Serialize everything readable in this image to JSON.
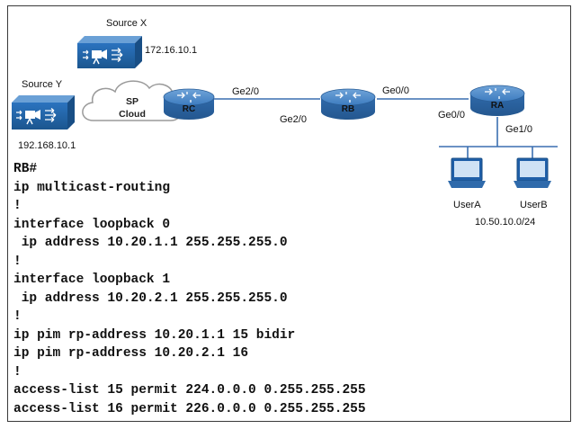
{
  "diagram": {
    "sources": [
      {
        "name": "Source X",
        "ip": "172.16.10.1"
      },
      {
        "name": "Source Y",
        "ip": "192.168.10.1"
      }
    ],
    "cloud": {
      "line1": "SP",
      "line2": "Cloud"
    },
    "routers": {
      "rc": {
        "name": "RC"
      },
      "rb": {
        "name": "RB"
      },
      "ra": {
        "name": "RA"
      }
    },
    "interfaces": {
      "rc_ge": "Ge2/0",
      "rb_ge2": "Ge2/0",
      "rb_ge0": "Ge0/0",
      "ra_ge0": "Ge0/0",
      "ra_ge1": "Ge1/0"
    },
    "users": [
      {
        "name": "UserA"
      },
      {
        "name": "UserB"
      }
    ],
    "subnet": "10.50.10.0/24"
  },
  "config": {
    "lines": [
      "RB#",
      "ip multicast-routing",
      "!",
      "interface loopback 0",
      " ip address 10.20.1.1 255.255.255.0",
      "!",
      "interface loopback 1",
      " ip address 10.20.2.1 255.255.255.0",
      "!",
      "ip pim rp-address 10.20.1.1 15 bidir",
      "ip pim rp-address 10.20.2.1 16",
      "!",
      "access-list 15 permit 224.0.0.0 0.255.255.255",
      "access-list 16 permit 226.0.0.0 0.255.255.255"
    ]
  },
  "colors": {
    "router_blue": "#3f7fc0",
    "source_blue": "#1f5fa8",
    "link": "#3a6fb0",
    "text": "#111111"
  },
  "icons": {
    "router": "router-icon",
    "source": "video-source-icon",
    "cloud": "cloud-icon",
    "user": "laptop-icon"
  }
}
